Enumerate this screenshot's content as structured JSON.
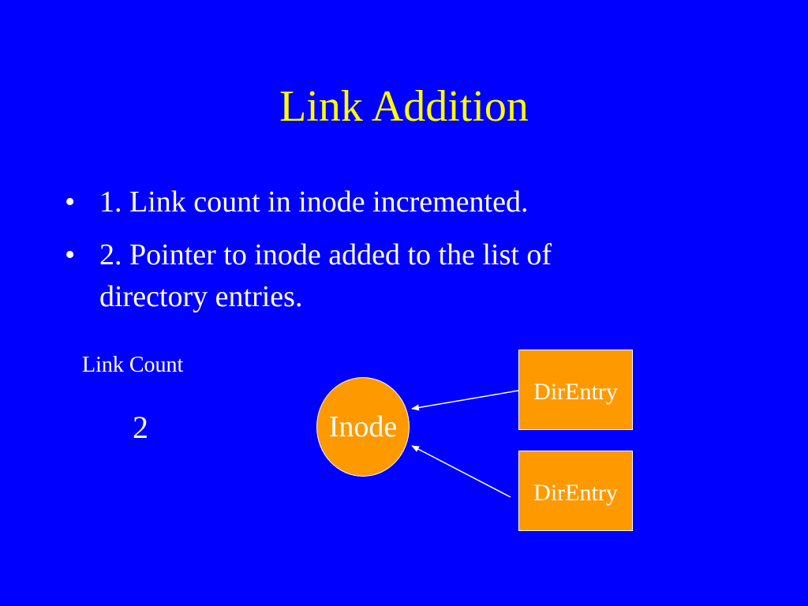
{
  "slide": {
    "title": "Link Addition",
    "bullet_glyph": "•",
    "bullets": [
      "1. Link count in inode incremented.",
      "2. Pointer to inode added to the list of directory entries."
    ]
  },
  "diagram": {
    "link_count_label": "Link Count",
    "link_count_value": "2",
    "inode_label": "Inode",
    "direntries": [
      "DirEntry",
      "DirEntry"
    ]
  },
  "colors": {
    "background": "#0000ff",
    "title": "#ffff00",
    "text": "#ffffff",
    "node_fill": "#ff9900",
    "arrow": "#ffffff"
  }
}
